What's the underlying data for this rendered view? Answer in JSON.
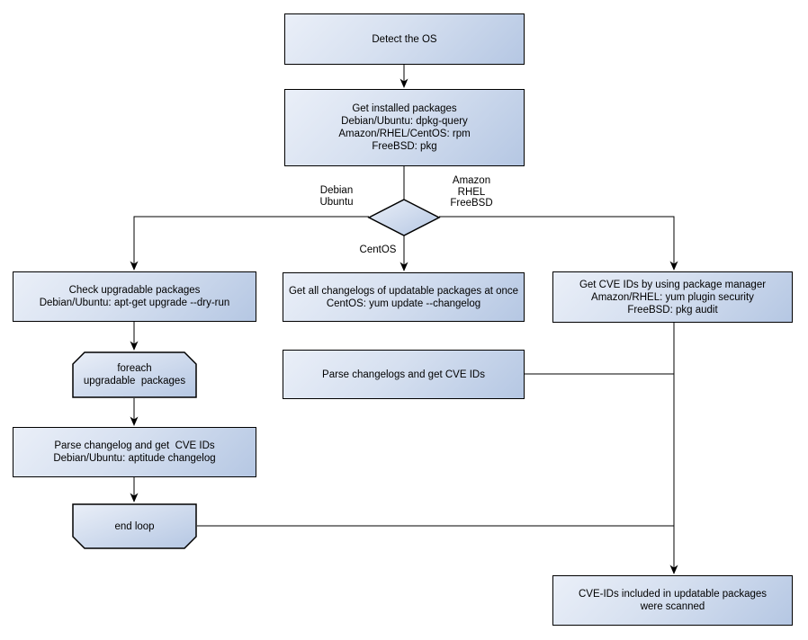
{
  "colors": {
    "node_fill_light": "#eaeff8",
    "node_fill_dark": "#b5c7e3",
    "node_border": "#000000",
    "line": "#000000",
    "background": "#ffffff"
  },
  "nodes": {
    "detect_os": "Detect the OS",
    "get_installed_packages": "Get installed packages\nDebian/Ubuntu: dpkg-query\nAmazon/RHEL/CentOS: rpm\nFreeBSD: pkg",
    "check_upgradable": "Check upgradable packages\nDebian/Ubuntu: apt-get upgrade --dry-run",
    "foreach_loop": "foreach\nupgradable  packages",
    "parse_changelog": "Parse changelog and get  CVE IDs\nDebian/Ubuntu: aptitude changelog",
    "end_loop": "end loop",
    "get_all_changelogs": "Get all changelogs of updatable packages at once\nCentOS: yum update --changelog",
    "parse_changelogs": "Parse changelogs and get CVE IDs",
    "get_cve_ids_pkg_manager": "Get CVE IDs by using package manager\nAmazon/RHEL: yum plugin security\nFreeBSD: pkg audit",
    "result": "CVE-IDs included in updatable packages\nwere scanned"
  },
  "edge_labels": {
    "debian_ubuntu": "Debian\nUbuntu",
    "amazon_rhel_freebsd": "Amazon\nRHEL\nFreeBSD",
    "centos": "CentOS"
  }
}
